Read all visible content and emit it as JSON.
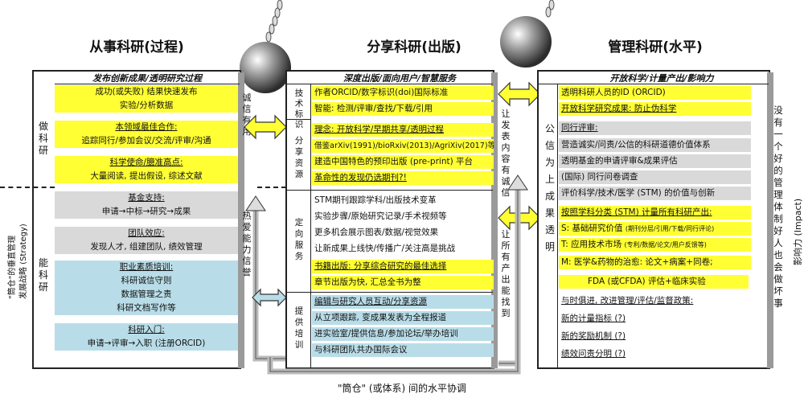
{
  "columns": {
    "left": {
      "title": "从事科研(过程)",
      "head": "发布创新成果/透明研究过程",
      "section_label_1": "做科研",
      "section_label_2": "能科研",
      "rows": [
        "成功(或失败) 结果快速发布",
        "实验/分析数据",
        "本领域最佳合作:",
        "追踪同行/参加会议/交流/评审/沟通",
        "科学使命/臆准高点:",
        "大量阅读, 提出假设, 综述文献",
        "基金支持:",
        "申请→中标→研究→成果",
        "团队效应:",
        "发现人才, 组建团队, 绩效管理",
        "职业素质培训:",
        "科研诚信守则",
        "数据管理之责",
        "科研文档写作等",
        "科研入门:",
        "申请→评审→入职 (注册ORCID)"
      ]
    },
    "middle": {
      "title": "分享科研(出版)",
      "head": "深度出版/面向用户/智慧服务",
      "section_labels": [
        "技术标识",
        "分享资源",
        "定向服务",
        "提供培训"
      ],
      "rows": [
        "作者ORCID/数字标识(doi)国际标准",
        "智能: 检测/评审/查找/下载/引用",
        "理念: 开放科学/早期共享/透明过程",
        "借鉴arXiv(1991)/bioRxiv(2013)/AgriXiv(2017)等",
        "建造中国特色的预印出版 (pre-print) 平台",
        "革命性的发现仍选期刊?!",
        "STM期刊跟踪学科/出版技术变革",
        "实验步骤/原始研究记录/手术视频等",
        "更多机会展示图表/数据/视觉效果",
        "让新成果上线快/传播广/关注高是挑战",
        "书籍出版: 分享综合研究的最佳选择",
        "章节出版为快, 汇总全书为整",
        "编辑与研究人员互动/分享资源",
        "从立项跟踪, 变成果发表为全程报道",
        "进实验室/提供信息/参加论坛/举办培训",
        "与科研团队共办国际会议"
      ]
    },
    "right": {
      "title": "管理科研(水平)",
      "head": "开放科学/计量产出/影响力",
      "rows": [
        "透明科研人员的ID (ORCID)",
        "开放科学研究成果: 防止伪科学",
        "同行评审:",
        "营造诚实/问责/公信的科研道德价值体系",
        "透明基金的申请评审&成果评估",
        "(国际) 同行问卷调查",
        "评价科学/技术/医学 (STM) 的价值与创新",
        "按照学科分类 (STM) 计量所有科研产出:",
        "S: 基础研究价值",
        "(期刊分层/引用/下载/同行评论)",
        "T: 应用技术市场",
        "(专利/数据/论文/用户反馈等)",
        "M: 医学&药物的治愈: 论文+病案+同卷;",
        "FDA (或CFDA) 评估+临床实验",
        "与时俱进, 改进管理/评估/监督政策:",
        "新的计量指标 (?)",
        "新的奖励机制 (?)",
        "绩效问责分明 (?)"
      ]
    }
  },
  "connectors": {
    "left_mid_top": "诚信有用",
    "left_mid_bottom": "热爱能力信誉",
    "mid_right_top": "让发表内容有诚信",
    "mid_right_bottom": "让所有产出能找到",
    "right_inner": "公信为上成果透明",
    "right_outer": "没有一个好的管理体制好人也会做坏事"
  },
  "side_labels": {
    "left": "\"筒仓\"的垂直管理",
    "left_2": "发展战略 (Strategy)",
    "right": "影响力 (Impact)"
  },
  "footer": "\"筒仓\" (或体系) 间的水平协调",
  "colors": {
    "highlight": "#ffff33",
    "gray": "#d9d9d9",
    "blue": "#b9dde8",
    "line": "#222222"
  },
  "icons": [
    "wrecking-ball-icon",
    "wrecking-ball-icon"
  ]
}
